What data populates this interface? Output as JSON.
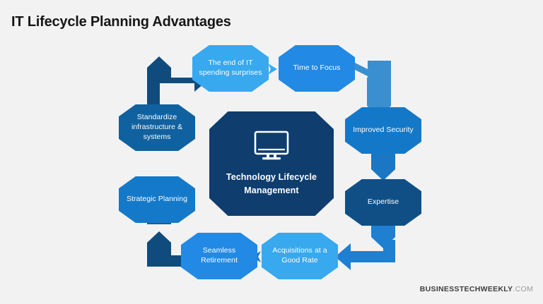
{
  "page": {
    "title": "IT Lifecycle Planning Advantages",
    "background_color": "#f2f2f2"
  },
  "center": {
    "label_line1": "Technology Lifecycle",
    "label_line2": "Management",
    "icon": "desktop-monitor-icon",
    "color": "#0e3d6e"
  },
  "nodes": [
    {
      "id": "spending-surprises",
      "label": "The end of IT spending surprises",
      "color": "#38a8ef",
      "position": "top-left"
    },
    {
      "id": "time-to-focus",
      "label": "Time to Focus",
      "color": "#2289e4",
      "position": "top-right"
    },
    {
      "id": "standardize",
      "label": "Standardize infrastructure & systems",
      "color": "#10619f",
      "position": "left-upper"
    },
    {
      "id": "strategic-planning",
      "label": "Strategic Planning",
      "color": "#1479c9",
      "position": "left-lower"
    },
    {
      "id": "improved-security",
      "label": "Improved Security",
      "color": "#1478c8",
      "position": "right-upper"
    },
    {
      "id": "expertise",
      "label": "Expertise",
      "color": "#0f4f86",
      "position": "right-lower"
    },
    {
      "id": "seamless-retirement",
      "label": "Seamless Retirement",
      "color": "#2289e4",
      "position": "bottom-left"
    },
    {
      "id": "acquisitions",
      "label": "Acquisitions at a Good Rate",
      "color": "#38a8ef",
      "position": "bottom-right"
    }
  ],
  "arrows": [
    {
      "id": "arrow-strategic-to-standardize",
      "color": "#10619f",
      "direction": "up",
      "from": "strategic-planning",
      "to": "standardize"
    },
    {
      "id": "arrow-standardize-to-top",
      "color": "#0f4c7d",
      "direction": "right",
      "from": "standardize",
      "to": "spending-surprises"
    },
    {
      "id": "arrow-spending-to-focus",
      "color": "#38a8ef",
      "direction": "right",
      "from": "spending-surprises",
      "to": "time-to-focus"
    },
    {
      "id": "arrow-focus-to-security",
      "color": "#3a8fd0",
      "direction": "down",
      "from": "time-to-focus",
      "to": "improved-security"
    },
    {
      "id": "arrow-security-to-expertise",
      "color": "#1b76c4",
      "direction": "down",
      "from": "improved-security",
      "to": "expertise"
    },
    {
      "id": "arrow-expertise-to-acquisitions",
      "color": "#1f7fd0",
      "direction": "left",
      "from": "expertise",
      "to": "acquisitions"
    },
    {
      "id": "arrow-acquisitions-to-seamless",
      "color": "#1a74bd",
      "direction": "left",
      "from": "acquisitions",
      "to": "seamless-retirement"
    },
    {
      "id": "arrow-seamless-to-strategic",
      "color": "#0f4c7d",
      "direction": "up",
      "from": "seamless-retirement",
      "to": "strategic-planning"
    }
  ],
  "brand": {
    "main": "BUSINESSTECHWEEKLY",
    "tld": ".COM"
  }
}
